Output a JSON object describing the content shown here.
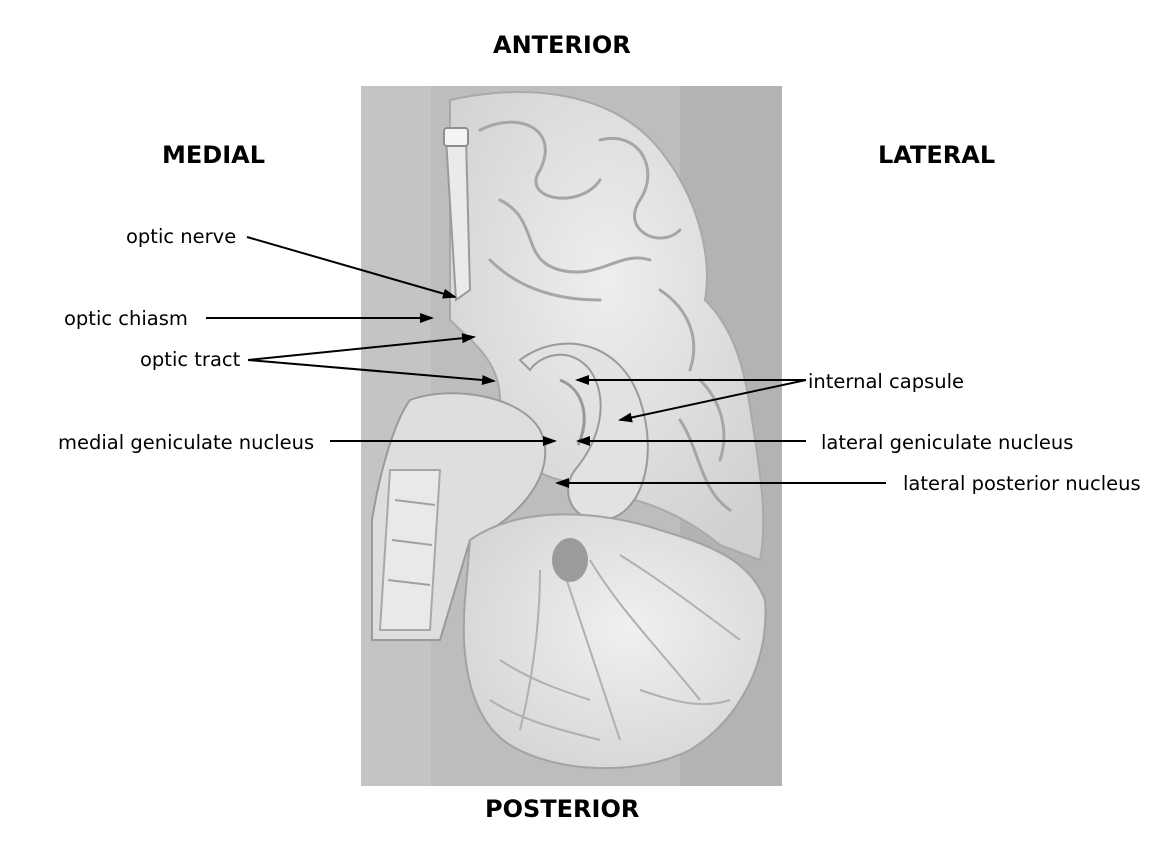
{
  "orientation": {
    "anterior": "ANTERIOR",
    "posterior": "POSTERIOR",
    "medial": "MEDIAL",
    "lateral": "LATERAL"
  },
  "labels": {
    "optic_nerve": "optic nerve",
    "optic_chiasm": "optic chiasm",
    "optic_tract": "optic tract",
    "medial_geniculate_nucleus": "medial geniculate nucleus",
    "internal_capsule": "internal capsule",
    "lateral_geniculate_nucleus": "lateral geniculate nucleus",
    "lateral_posterior_nucleus": "lateral posterior nucleus"
  },
  "colors": {
    "photo_background": "#b9b9b9",
    "specimen_light": "#e6e6e6",
    "specimen_shadow": "#9c9c9c",
    "arrow": "#000000"
  }
}
